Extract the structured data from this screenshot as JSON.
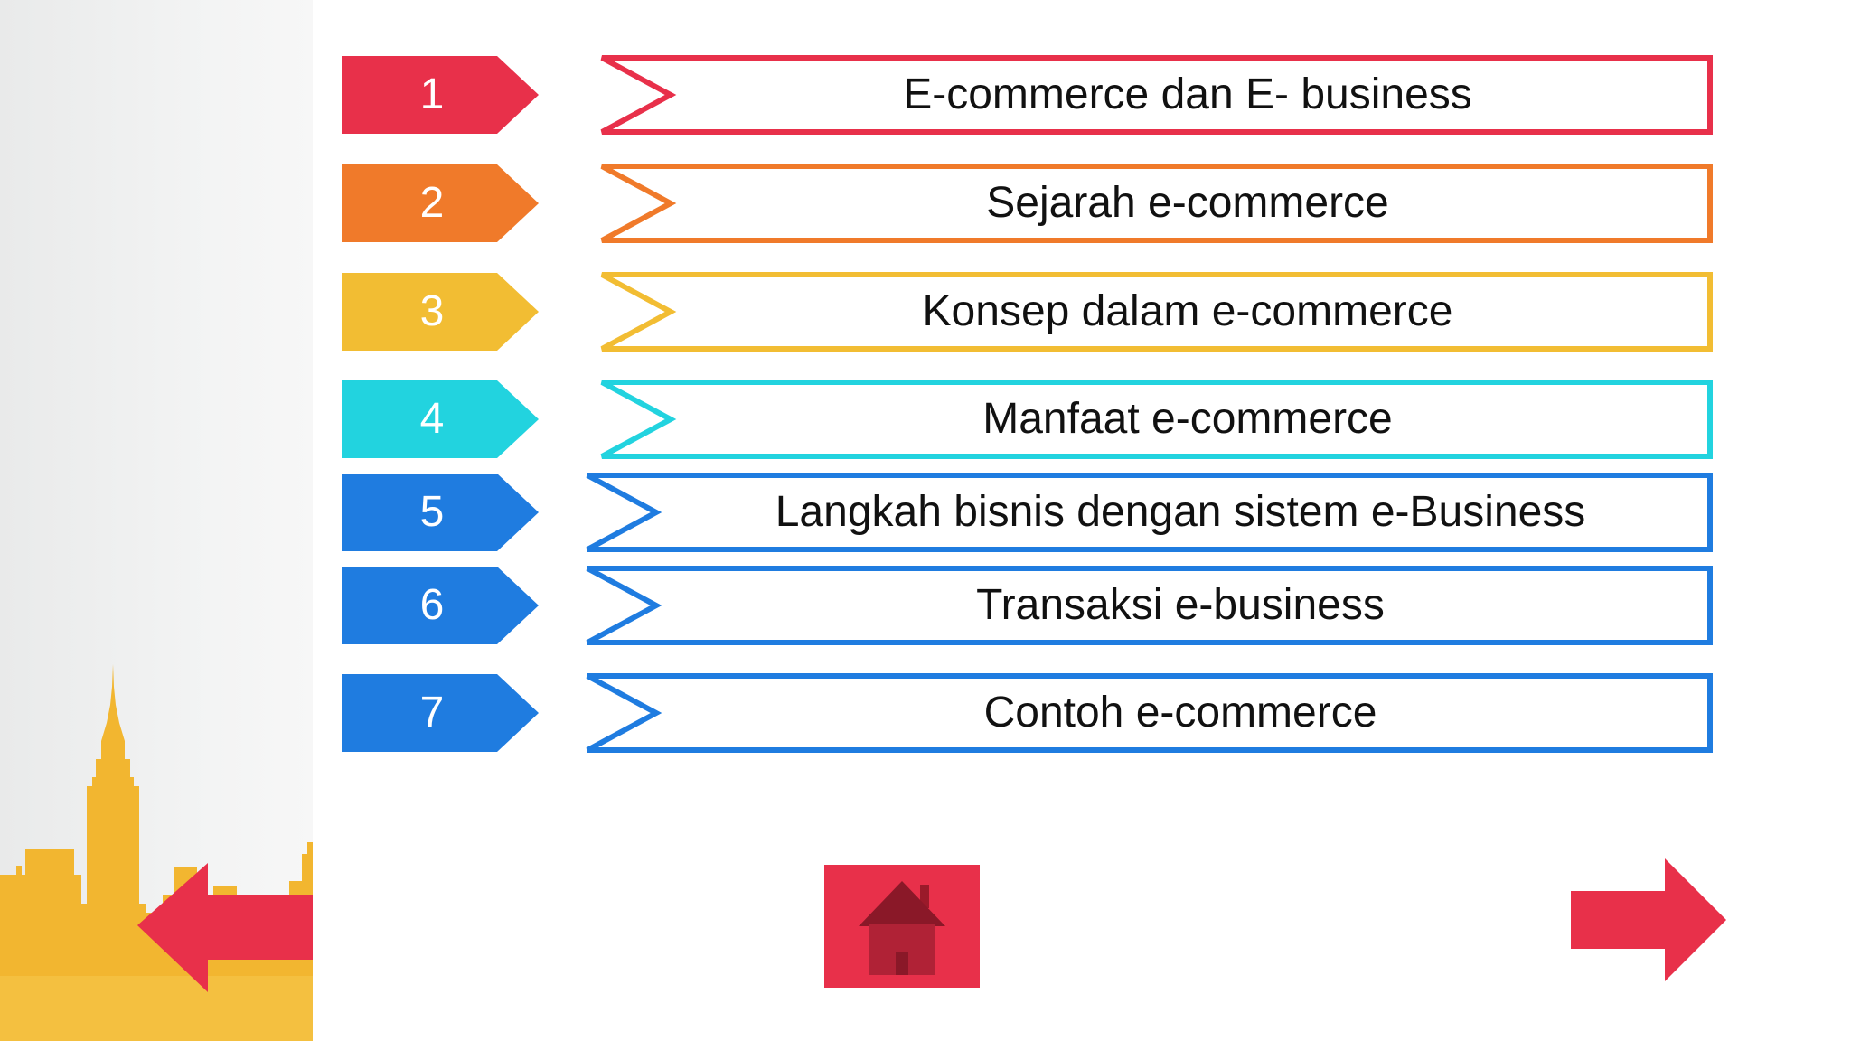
{
  "colors": {
    "red": "#e8304a",
    "orange": "#f07a2a",
    "yellow": "#f2bd33",
    "cyan": "#22d3df",
    "blue": "#1f7ce0",
    "skyline": "#f2b630"
  },
  "menu": {
    "items": [
      {
        "number": "1",
        "label": "E-commerce dan E- business",
        "color": "#e8304a"
      },
      {
        "number": "2",
        "label": "Sejarah e-commerce",
        "color": "#f07a2a"
      },
      {
        "number": "3",
        "label": "Konsep dalam e-commerce",
        "color": "#f2bd33"
      },
      {
        "number": "4",
        "label": "Manfaat e-commerce",
        "color": "#22d3df"
      },
      {
        "number": "5",
        "label": "Langkah bisnis dengan sistem e-Business",
        "color": "#1f7ce0"
      },
      {
        "number": "6",
        "label": "Transaksi e-business",
        "color": "#1f7ce0"
      },
      {
        "number": "7",
        "label": "Contoh e-commerce",
        "color": "#1f7ce0"
      }
    ]
  },
  "nav": {
    "prev_icon": "arrow-left-icon",
    "home_icon": "home-icon",
    "next_icon": "arrow-right-icon"
  },
  "decor": {
    "skyline_icon": "city-skyline-icon"
  }
}
